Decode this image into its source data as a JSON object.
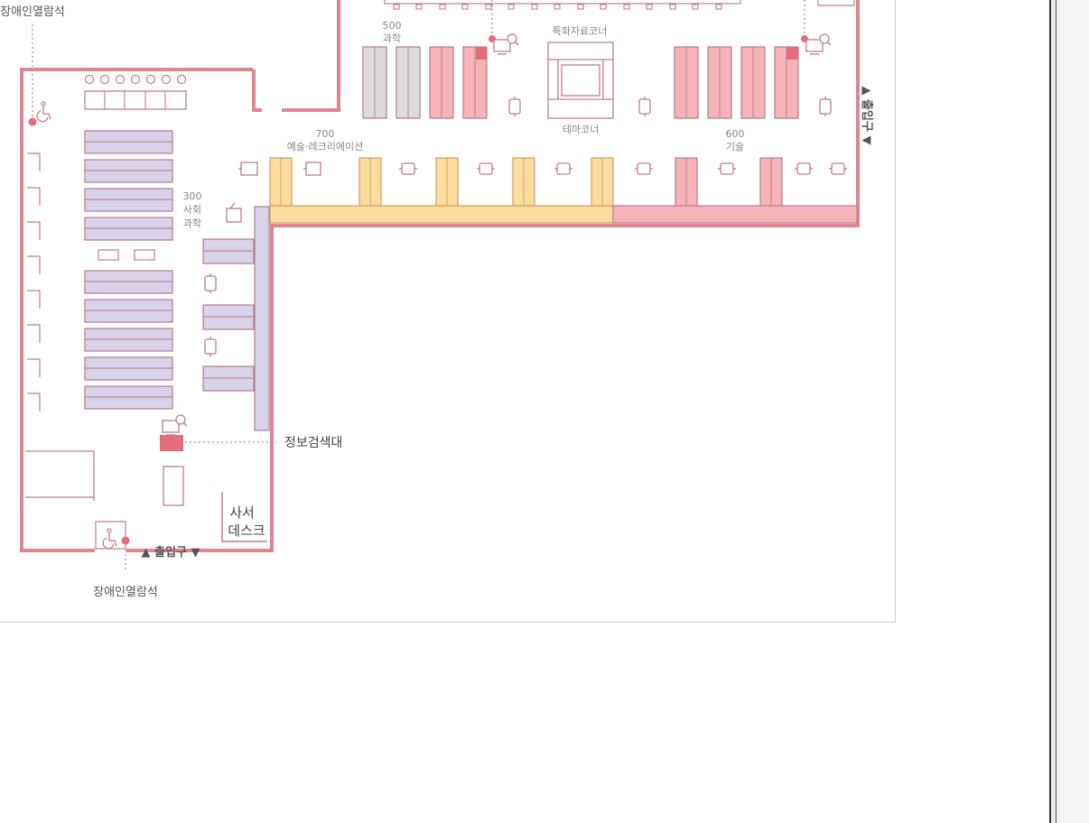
{
  "floor_plan": {
    "labels": {
      "accessible_seat_top": "장애인열람석",
      "accessible_seat_bottom": "장애인열람석",
      "class_300_number": "300",
      "class_300_line1": "사회",
      "class_300_line2": "과학",
      "class_500_number": "500",
      "class_500_name": "과학",
      "class_600_number": "600",
      "class_600_name": "기술",
      "class_700_number": "700",
      "class_700_name": "예술·레크리에이션",
      "special_collection": "특화자료코너",
      "theme_corner": "테마코너",
      "info_search_desk": "정보검색대",
      "librarian_desk_line1": "사서",
      "librarian_desk_line2": "데스크",
      "entrance_bottom": "▲ 출입구 ▼",
      "entrance_right": "▲ 출입구 ▼"
    },
    "colors": {
      "wall": "#df8590",
      "social_science": "#d8d2ea",
      "science": "#dcdcdc",
      "art_recreation": "#fddc9d",
      "technology": "#f7b4b8",
      "accent": "#e46d7b"
    }
  }
}
